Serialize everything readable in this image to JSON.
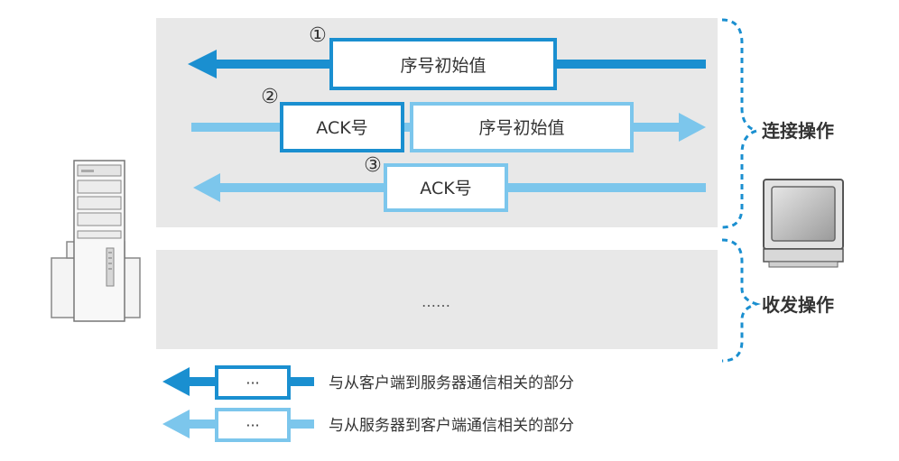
{
  "colors": {
    "server_to_client": "#1a8fd0",
    "client_to_server": "#7cc6ec",
    "panel": "#e8e8e8",
    "bracket": "#1a8fd0"
  },
  "phases": {
    "connection": "连接操作",
    "transfer": "收发操作"
  },
  "rows": [
    {
      "step": "①",
      "segments": [
        "序号初始值"
      ]
    },
    {
      "step": "②",
      "segments": [
        "ACK号",
        "序号初始值"
      ]
    },
    {
      "step": "③",
      "segments": [
        "ACK号"
      ]
    }
  ],
  "transfer_placeholder": "……",
  "legend": [
    {
      "symbol": "···",
      "text": "与从客户端到服务器通信相关的部分"
    },
    {
      "symbol": "···",
      "text": "与从服务器到客户端通信相关的部分"
    }
  ],
  "icons": [
    "server-icon",
    "monitor-icon"
  ]
}
